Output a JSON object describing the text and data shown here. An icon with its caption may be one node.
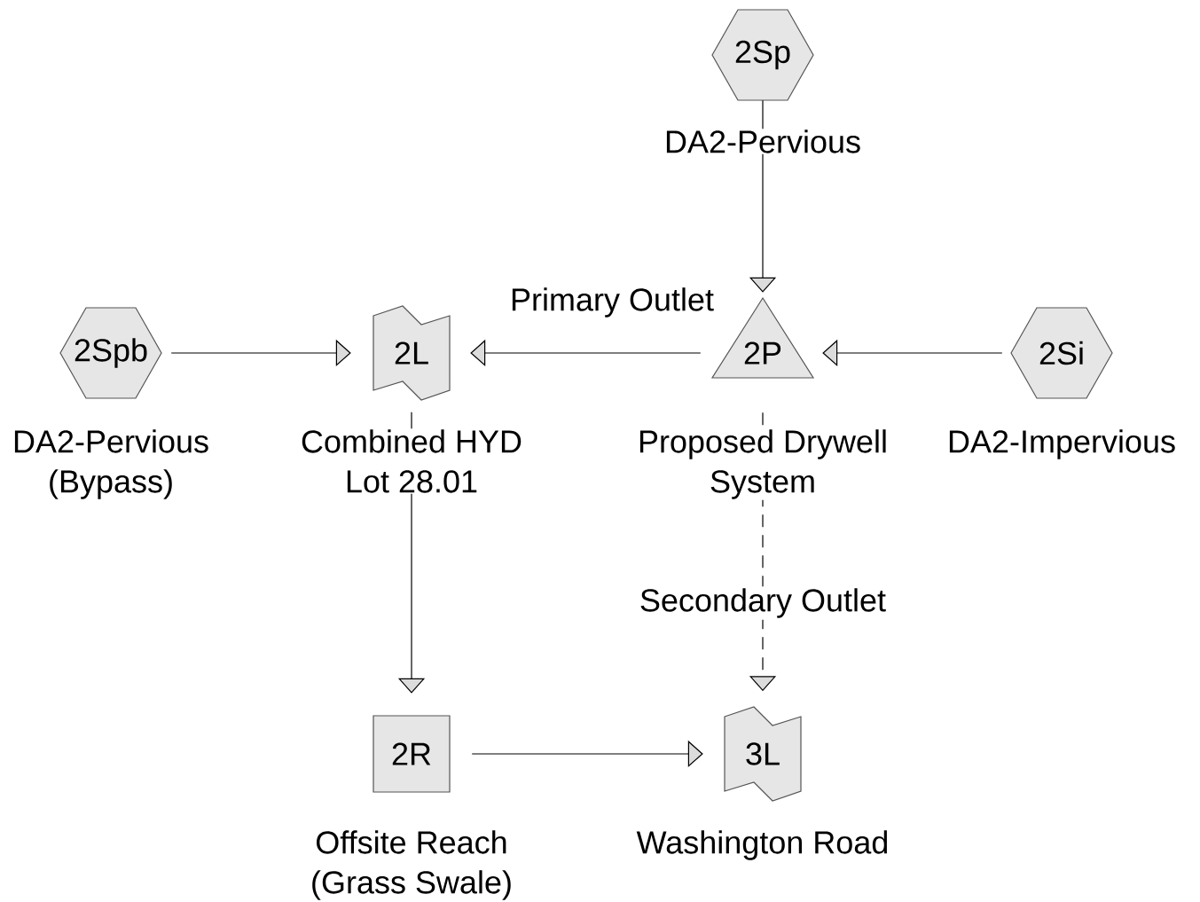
{
  "diagram": {
    "nodes": [
      {
        "text": [
          "2Sp"
        ],
        "beside": [
          "DA2-Pervious"
        ]
      },
      {
        "text": [
          "2Spb"
        ],
        "beside": [
          "DA2-Pervious (Bypass)"
        ]
      },
      {
        "text": [
          "2L"
        ],
        "beside": [
          "Combined HYD Lot 28.01"
        ]
      },
      {
        "text": [
          "2P"
        ],
        "beside": [
          "Proposed Drywell System"
        ]
      },
      {
        "text": [
          "2Si"
        ],
        "beside": [
          "DA2-Impervious"
        ]
      },
      {
        "text": [
          "2R"
        ],
        "beside": [
          "Offsite Reach (Grass Swale)"
        ]
      },
      {
        "text": [
          "3L"
        ],
        "beside": [
          "Washington Road"
        ]
      }
    ],
    "edges": [
      {
        "from": 0,
        "to": 3,
        "arrow": "to"
      },
      {
        "from": 1,
        "to": 2,
        "arrow": "to"
      },
      {
        "from": 3,
        "to": 2,
        "arrow": "to",
        "label": "Primary Outlet"
      },
      {
        "from": 4,
        "to": 3,
        "arrow": "to"
      },
      {
        "from": 3,
        "to": 6,
        "arrow": "to",
        "label": "Secondary Outlet",
        "style": "dashed"
      },
      {
        "from": 2,
        "to": 5,
        "arrow": "to"
      },
      {
        "from": 5,
        "to": 6,
        "arrow": "to"
      }
    ]
  }
}
